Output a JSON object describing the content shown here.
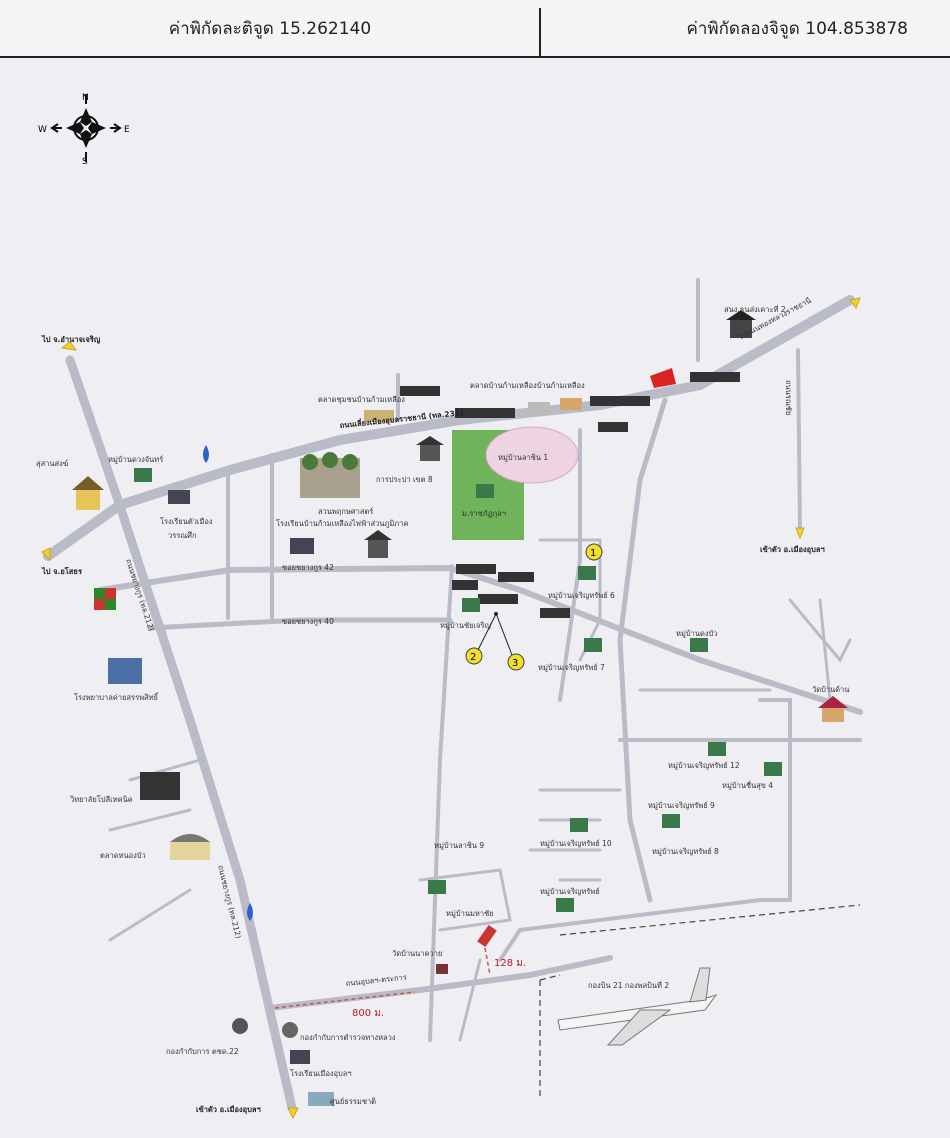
{
  "header": {
    "latitude_label": "ค่าพิกัดละติจูด 15.262140",
    "longitude_label": "ค่าพิกัดลองจิจูด 104.853878"
  },
  "compass": {
    "n": "N",
    "s": "S",
    "e": "E",
    "w": "W"
  },
  "map": {
    "to_amnat": "ไป จ.อำนาจเจริญ",
    "to_yasothon": "ไป จ.ยโสธร",
    "to_city_south": "เข้าตัว อ.เมืองอุบลฯ",
    "to_city_east": "เข้าตัว อ.เมืองอุบลฯ",
    "road_main_top": "ถนนเลี่ยงเมืองอุบลราชธานี (ทล.231)",
    "road_chayangkun": "ถนนชยางกูร (ทล.212)",
    "road_chayangkun2": "ถนนชยางกูร (ทล.212)",
    "road_east": "ไปถนนทองหลวงราชธานี",
    "road_east_v": "ถนนรณชัย",
    "road_jaengsanit": "ถนนอุบลฯ-ตระการ",
    "soi42": "ซอยชยางกูร 42",
    "soi40": "ซอยชยางกูร 40",
    "dist_800": "800 ม.",
    "dist_128": "128 ม.",
    "markers": [
      "1",
      "2",
      "3"
    ],
    "places": {
      "sanam_phao": "สุสานสงฆ์",
      "school_kamphaeng": "โรงเรียนตัวเมือง",
      "school_kamphaeng2": "วรรณศึก",
      "gas1": "หมู่บ้านดวงจันทร์",
      "market_ban_kha": "ตลาดชุมชนบ้านก้ามเหลือง",
      "market2": "ตลาดบ้านก้ามเหลืองบ้านก้ามเหลือง",
      "prapa": "การประปา เขต 8",
      "park": "สวนพฤกษศาสตร์",
      "school_ban": "โรงเรียนบ้านก้ามเหลืองไฟฟ้าส่วนภูมิภาค",
      "village_lachin1": "หมู่บ้านลาชิน 1",
      "mor_ubon": "ม.ราชภัฏกุลฯ",
      "bank2": "สนง.ธนส่งเคาะที่ 2",
      "hosp": "โรงพยาบาลค่ายสรรพสิทธิ์",
      "college": "วิทยาลัยโปลีเทคนิค",
      "market_nong": "ตลาดหนองบัว",
      "village6": "หมู่บ้านเจริญทรัพย์ 6",
      "village_ubon": "หมู่บ้านชัยเจริญ",
      "village7": "หมู่บ้านเจริญทรัพย์ 7",
      "village_nong": "หมู่บ้านดงบัว",
      "wat_ban_kam": "วัดบ้านด้าน",
      "village12": "หมู่บ้านเจริญทรัพย์ 12",
      "village4": "หมู่บ้านชื่นสุข 4",
      "village9a": "หมู่บ้านเจริญทรัพย์ 9",
      "village8": "หมู่บ้านเจริญทรัพย์ 8",
      "village_lachin9": "หมู่บ้านลาชิน 9",
      "village10": "หมู่บ้านเจริญทรัพย์ 10",
      "village_c": "หมู่บ้านเจริญทรัพย์",
      "village_mahachai": "หมู่บ้านมหาชัย",
      "wat_nakhon": "วัดบ้านนาควาย",
      "airbase": "กองบิน 21 กองพลบินที่ 2",
      "police22": "กองกำกับการ ตชด.22",
      "army": "กองกำกับการตำรวจทางหลวง",
      "school_muang": "โรงเรียนเมืองอุบลฯ",
      "nature": "ศูนย์ธรรมชาติ"
    }
  },
  "colors": {
    "road": "#b9bcc6",
    "green_area": "#6fb35a",
    "pink_area": "#eed3e3",
    "marker": "#f2df2a",
    "dash": "#c4574a"
  }
}
